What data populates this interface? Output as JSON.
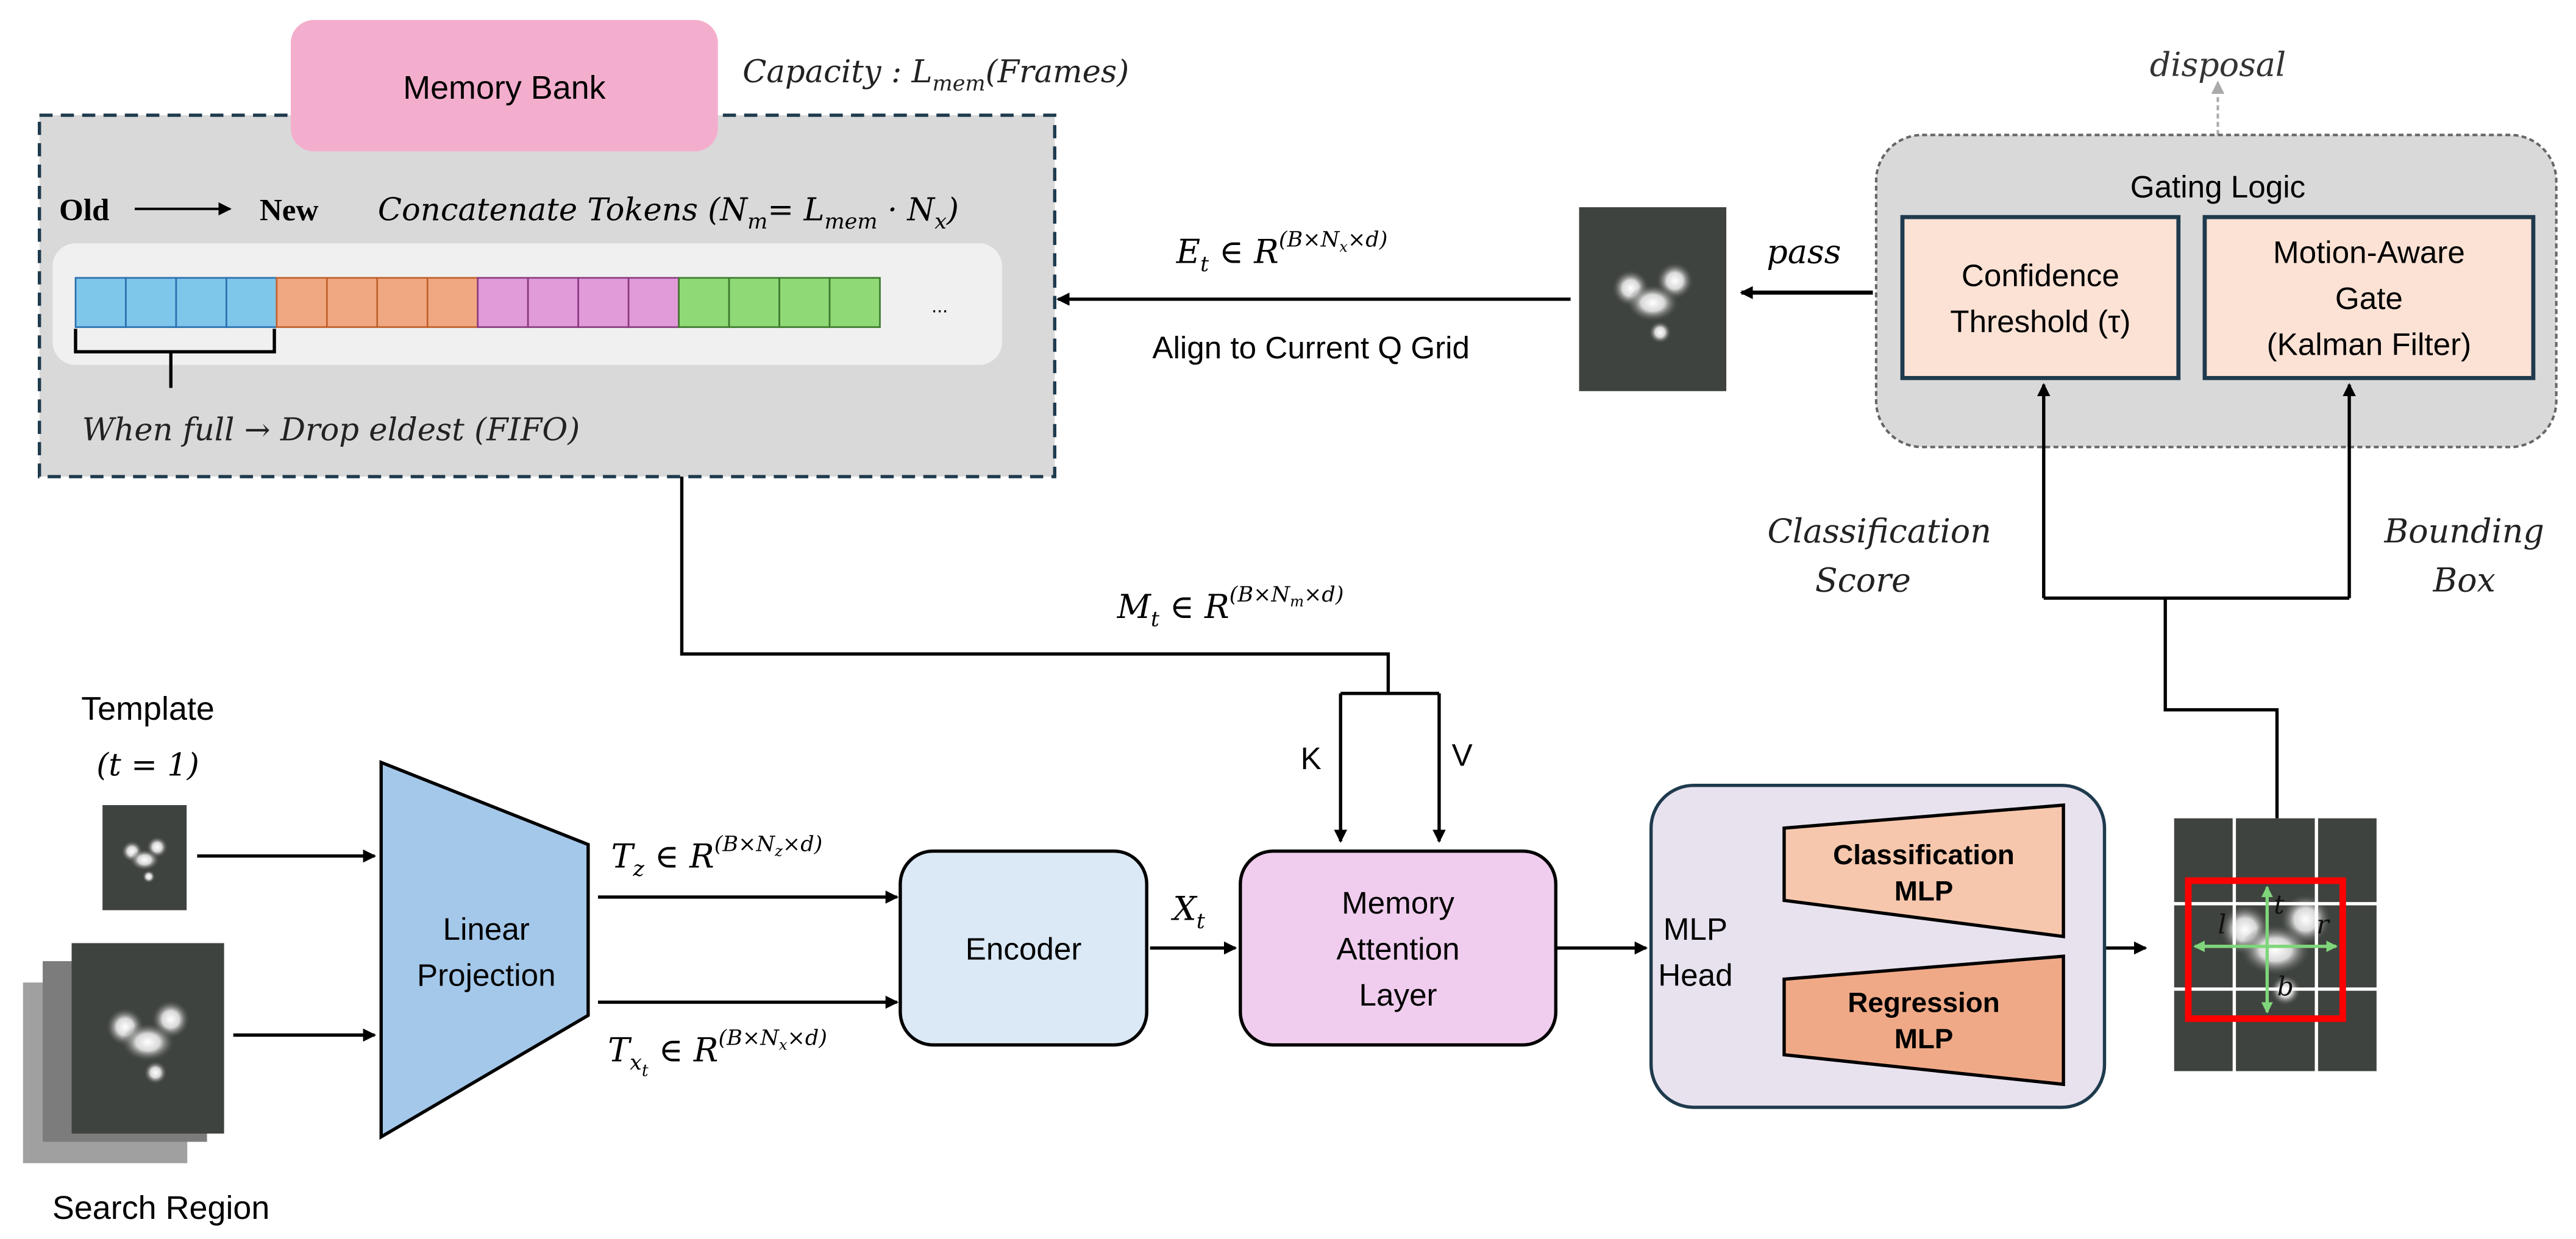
{
  "memory_bank": {
    "title": "Memory Bank",
    "capacity_label": "Capacity : L",
    "capacity_sub": "mem",
    "capacity_tail": "(Frames)",
    "old_label": "Old",
    "new_label": "New",
    "concat_label": "Concatenate Tokens  (N",
    "concat_sub_m": "m",
    "concat_mid": "= L",
    "concat_sub_mem": "mem",
    "concat_dot": " · N",
    "concat_sub_x": "x",
    "concat_close": ")",
    "ellipsis": "...",
    "fifo_label": "When full → Drop eldest (FIFO)",
    "token_groups": [
      {
        "name": "frame-1",
        "color": "#7fc7ea",
        "stroke": "#2a6fb0",
        "count": 4
      },
      {
        "name": "frame-2",
        "color": "#f0a883",
        "stroke": "#c0602a",
        "count": 4
      },
      {
        "name": "frame-3",
        "color": "#e29bd9",
        "stroke": "#8a3a80",
        "count": 4
      },
      {
        "name": "frame-4",
        "color": "#8fd977",
        "stroke": "#3d7a2d",
        "count": 4
      }
    ]
  },
  "edges": {
    "et_label": "E",
    "et_sub": "t",
    "et_rest": " ∈ R",
    "et_sup": "(B×N",
    "et_sup_sub": "x",
    "et_sup_tail": "×d)",
    "align_label": "Align to Current Q Grid",
    "pass_label": "pass",
    "disposal_label": "disposal",
    "mt_label": "M",
    "mt_sub": "t",
    "mt_rest": " ∈ R",
    "mt_sup": "(B×N",
    "mt_sup_sub": "m",
    "mt_sup_tail": "×d)",
    "k_label": "K",
    "v_label": "V",
    "tz_label": "T",
    "tz_sub": "z",
    "tz_rest": " ∈ R",
    "tz_sup": "(B×N",
    "tz_sup_sub": "z",
    "tz_sup_tail": "×d)",
    "tx_label": "T",
    "tx_sub": "x",
    "tx_subsub": "t",
    "tx_rest": " ∈ R",
    "tx_sup": "(B×N",
    "tx_sup_sub": "x",
    "tx_sup_tail": "×d)",
    "xt_label": "X",
    "xt_sub": "t",
    "cls_score_line1": "Classification",
    "cls_score_line2": "Score",
    "bbox_line1": "Bounding",
    "bbox_line2": "Box"
  },
  "gating": {
    "title": "Gating Logic",
    "confidence_line1": "Confidence",
    "confidence_line2": "Threshold (τ)",
    "motion_line1": "Motion-Aware",
    "motion_line2": "Gate",
    "motion_line3": "(Kalman Filter)"
  },
  "inputs": {
    "template_label": "Template",
    "template_sub": "(t = 1)",
    "search_label": "Search Region"
  },
  "blocks": {
    "linear_line1": "Linear",
    "linear_line2": "Projection",
    "encoder": "Encoder",
    "mem_attn_line1": "Memory",
    "mem_attn_line2": "Attention",
    "mem_attn_line3": "Layer",
    "mlp_head_line1": "MLP",
    "mlp_head_line2": "Head",
    "cls_mlp_line1": "Classification",
    "cls_mlp_line2": "MLP",
    "reg_mlp_line1": "Regression",
    "reg_mlp_line2": "MLP"
  },
  "bbox_output": {
    "l": "l",
    "t": "t",
    "r": "r",
    "b": "b"
  },
  "colors": {
    "memory_bank_title": "#f4aecd",
    "memory_bank_bg": "#d9d9d9",
    "token_tray": "#f0f0f0",
    "linear_proj": "#a4c8ea",
    "encoder": "#dbe8f6",
    "mem_attn": "#f0cdee",
    "mlp_head": "#e8e2ef",
    "cls_mlp": "#f6c7ad",
    "reg_mlp": "#f0a987",
    "gate_box": "#fbe2d5",
    "gating_bg": "#d9d9d9",
    "bbox_red": "#ff0000",
    "bbox_arrow": "#7fd67a"
  }
}
